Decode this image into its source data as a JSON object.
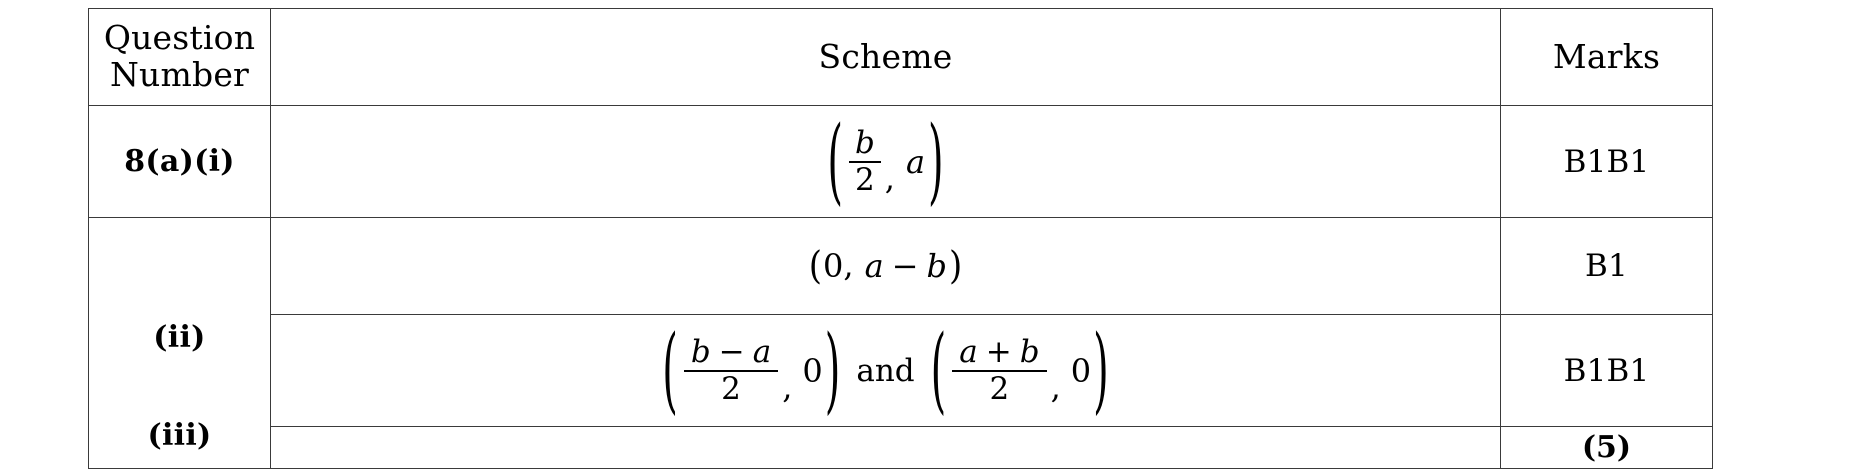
{
  "document": {
    "type": "mark-scheme-table",
    "border_color": "#3a3a3a",
    "background": "#ffffff"
  },
  "table": {
    "headers": {
      "question_number_line1": "Question",
      "question_number_line2": "Number",
      "scheme": "Scheme",
      "marks": "Marks"
    },
    "rows": [
      {
        "question_number": "8(a)(i)",
        "scheme_text": "( b/2 , a )",
        "marks": "B1B1"
      },
      {
        "question_number": "(ii)",
        "scheme_text": "(0, a − b)",
        "marks": "B1"
      },
      {
        "question_number": "(iii)",
        "scheme_text": "( (b − a)/2 , 0 ) and ( (a + b)/2 , 0 )",
        "marks": "B1B1"
      }
    ],
    "total_row": {
      "marks": "(5)"
    }
  },
  "math": {
    "row1": {
      "open_paren": "(",
      "numerator": "b",
      "denominator": "2",
      "comma": ",",
      "second": "a",
      "close_paren": ")"
    },
    "row2": {
      "open_paren": "(",
      "first": "0",
      "comma": ",",
      "term_a": "a",
      "operator": "−",
      "term_b": "b",
      "close_paren": ")"
    },
    "row3": {
      "expr1": {
        "open_paren": "(",
        "num_left": "b",
        "num_op": "−",
        "num_right": "a",
        "denominator": "2",
        "comma": ",",
        "second": "0",
        "close_paren": ")"
      },
      "conjunction": "and",
      "expr2": {
        "open_paren": "(",
        "num_left": "a",
        "num_op": "+",
        "num_right": "b",
        "denominator": "2",
        "comma": ",",
        "second": "0",
        "close_paren": ")"
      }
    }
  }
}
